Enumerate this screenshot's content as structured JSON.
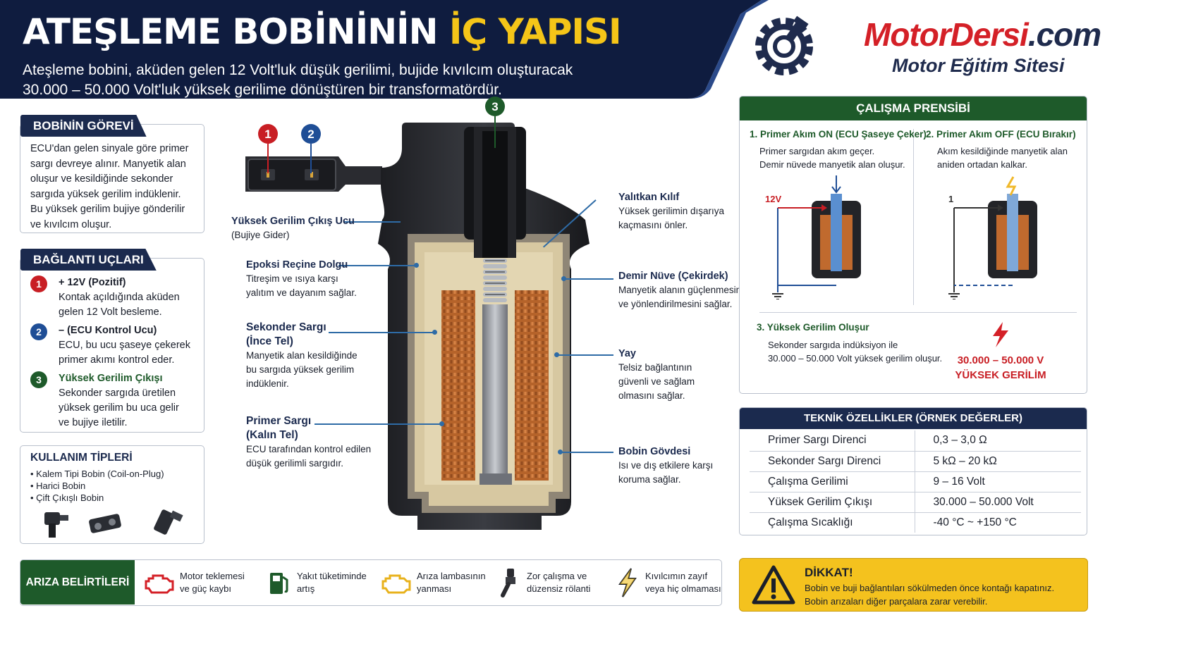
{
  "header": {
    "title_main": "ATEŞLEME BOBİNİNİN",
    "title_highlight": "İÇ YAPISI",
    "subtitle_line1": "Ateşleme bobini, aküden gelen 12 Volt'luk düşük gerilimi, bujide kıvılcım oluşturacak",
    "subtitle_line2": "30.000 – 50.000 Volt'luk yüksek gerilime dönüştüren bir transformatördür."
  },
  "logo": {
    "brand_a": "MotorDersi",
    "brand_b": ".com",
    "tagline": "Motor Eğitim Sitesi"
  },
  "gorev": {
    "title": "BOBİNİN GÖREVİ",
    "lines": [
      "ECU'dan gelen sinyale göre primer",
      "sargı devreye alınır. Manyetik alan",
      "oluşur ve kesildiğinde sekonder",
      "sargıda yüksek gerilim indüklenir.",
      "Bu yüksek gerilim bujiye gönderilir",
      "ve kıvılcım oluşur."
    ]
  },
  "baglanti": {
    "title": "BAĞLANTI UÇLARI",
    "items": [
      {
        "num": "1",
        "head": "+ 12V (Pozitif)",
        "l1": "Kontak açıldığında aküden",
        "l2": "gelen 12 Volt besleme.",
        "l3": ""
      },
      {
        "num": "2",
        "head": "– (ECU Kontrol Ucu)",
        "l1": "ECU, bu ucu şaseye çekerek",
        "l2": "primer akımı kontrol eder.",
        "l3": ""
      },
      {
        "num": "3",
        "head": "Yüksek Gerilim Çıkışı",
        "l1": "Sekonder sargıda üretilen",
        "l2": "yüksek gerilim bu uca gelir",
        "l3": "ve bujiye iletilir."
      }
    ]
  },
  "kullanim": {
    "title": "KULLANIM TİPLERİ",
    "items": [
      "Kalem Tipi Bobin (Coil-on-Plug)",
      "Harici Bobin",
      "Çift Çıkışlı Bobin"
    ]
  },
  "diagram": {
    "markers": [
      "1",
      "2",
      "3"
    ],
    "left_labels": [
      {
        "head": "Yüksek Gerilim Çıkış Ucu",
        "l1": "(Bujiye Gider)",
        "l2": "",
        "l3": ""
      },
      {
        "head": "Epoksi Reçine Dolgu",
        "l1": "Titreşim ve ısıya karşı",
        "l2": "yalıtım ve dayanım sağlar.",
        "l3": ""
      },
      {
        "head": "Sekonder Sargı",
        "head2": "(İnce Tel)",
        "l1": "Manyetik alan kesildiğinde",
        "l2": "bu sargıda yüksek gerilim",
        "l3": "indüklenir."
      },
      {
        "head": "Primer Sargı",
        "head2": "(Kalın Tel)",
        "l1": "ECU tarafından kontrol edilen",
        "l2": "düşük gerilimli sargıdır.",
        "l3": ""
      }
    ],
    "right_labels": [
      {
        "head": "Yalıtkan Kılıf",
        "l1": "Yüksek gerilimin dışarıya",
        "l2": "kaçmasını önler.",
        "l3": ""
      },
      {
        "head": "Demir Nüve (Çekirdek)",
        "l1": "Manyetik alanın güçlenmesini",
        "l2": "ve yönlendirilmesini sağlar.",
        "l3": ""
      },
      {
        "head": "Yay",
        "l1": "Telsiz bağlantının",
        "l2": "güvenli ve sağlam",
        "l3": "olmasını sağlar."
      },
      {
        "head": "Bobin Gövdesi",
        "l1": "Isı ve dış etkilere karşı",
        "l2": "koruma sağlar.",
        "l3": ""
      }
    ]
  },
  "prensip": {
    "title": "ÇALIŞMA PRENSİBİ",
    "step1_title": "1. Primer Akım ON (ECU Şaseye Çeker)",
    "step1_l1": "Primer sargıdan akım geçer.",
    "step1_l2": "Demir nüvede manyetik alan oluşur.",
    "step1_volt": "12V",
    "step2_title": "2. Primer Akım OFF (ECU Bırakır)",
    "step2_l1": "Akım kesildiğinde manyetik alan",
    "step2_l2": "aniden ortadan kalkar.",
    "step2_volt": "1",
    "step3_title": "3. Yüksek Gerilim Oluşur",
    "step3_l1": "Sekonder sargıda indüksiyon ile",
    "step3_l2": "30.000 – 50.000 Volt yüksek gerilim oluşur.",
    "hv_value": "30.000 – 50.000 V",
    "hv_label": "YÜKSEK GERİLİM"
  },
  "teknik": {
    "title": "TEKNİK ÖZELLİKLER (ÖRNEK DEĞERLER)",
    "rows": [
      {
        "k": "Primer Sargı Direnci",
        "v": "0,3 – 3,0 Ω"
      },
      {
        "k": "Sekonder Sargı Direnci",
        "v": "5 kΩ – 20 kΩ"
      },
      {
        "k": "Çalışma Gerilimi",
        "v": "9 – 16 Volt"
      },
      {
        "k": "Yüksek Gerilim Çıkışı",
        "v": "30.000 – 50.000 Volt"
      },
      {
        "k": "Çalışma Sıcaklığı",
        "v": "-40 °C ~ +150 °C"
      }
    ]
  },
  "ariza": {
    "title": "ARIZA BELİRTİLERİ",
    "items": [
      {
        "l1": "Motor teklemesi",
        "l2": "ve güç kaybı"
      },
      {
        "l1": "Yakıt tüketiminde",
        "l2": "artış"
      },
      {
        "l1": "Arıza lambasının",
        "l2": "yanması"
      },
      {
        "l1": "Zor çalışma ve",
        "l2": "düzensiz rölanti"
      },
      {
        "l1": "Kıvılcımın zayıf",
        "l2": "veya hiç olmaması"
      }
    ]
  },
  "dikkat": {
    "title": "DİKKAT!",
    "l1": "Bobin ve buji bağlantıları sökülmeden önce kontağı kapatınız.",
    "l2": "Bobin arızaları diğer parçalara zarar verebilir."
  },
  "colors": {
    "navy": "#1b2a4e",
    "green": "#1e5a2a",
    "red": "#c81e24",
    "blue": "#1f4e96",
    "copper": "#c06a2e",
    "yellow": "#f4c21e"
  }
}
